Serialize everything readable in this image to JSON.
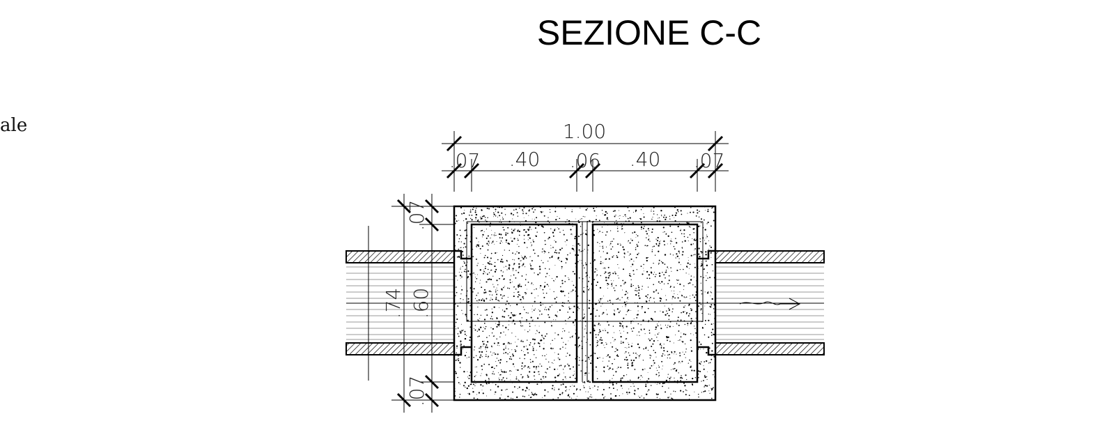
{
  "title": "SEZIONE C-C",
  "side_text": "ale",
  "dimensions": {
    "overall_width": "1.00",
    "wall_left": ".07",
    "cell_left": ".40",
    "divider": ".06",
    "cell_right": ".40",
    "wall_right": ".07",
    "top_slab": ".07",
    "pipe_outer": ".74",
    "pipe_inner": ".60",
    "bottom_slab": ".07"
  },
  "colors": {
    "line": "#000000",
    "pipe_lines": "#9a9a9a",
    "background": "#ffffff"
  },
  "icons": [
    "flow-arrow-icon"
  ]
}
